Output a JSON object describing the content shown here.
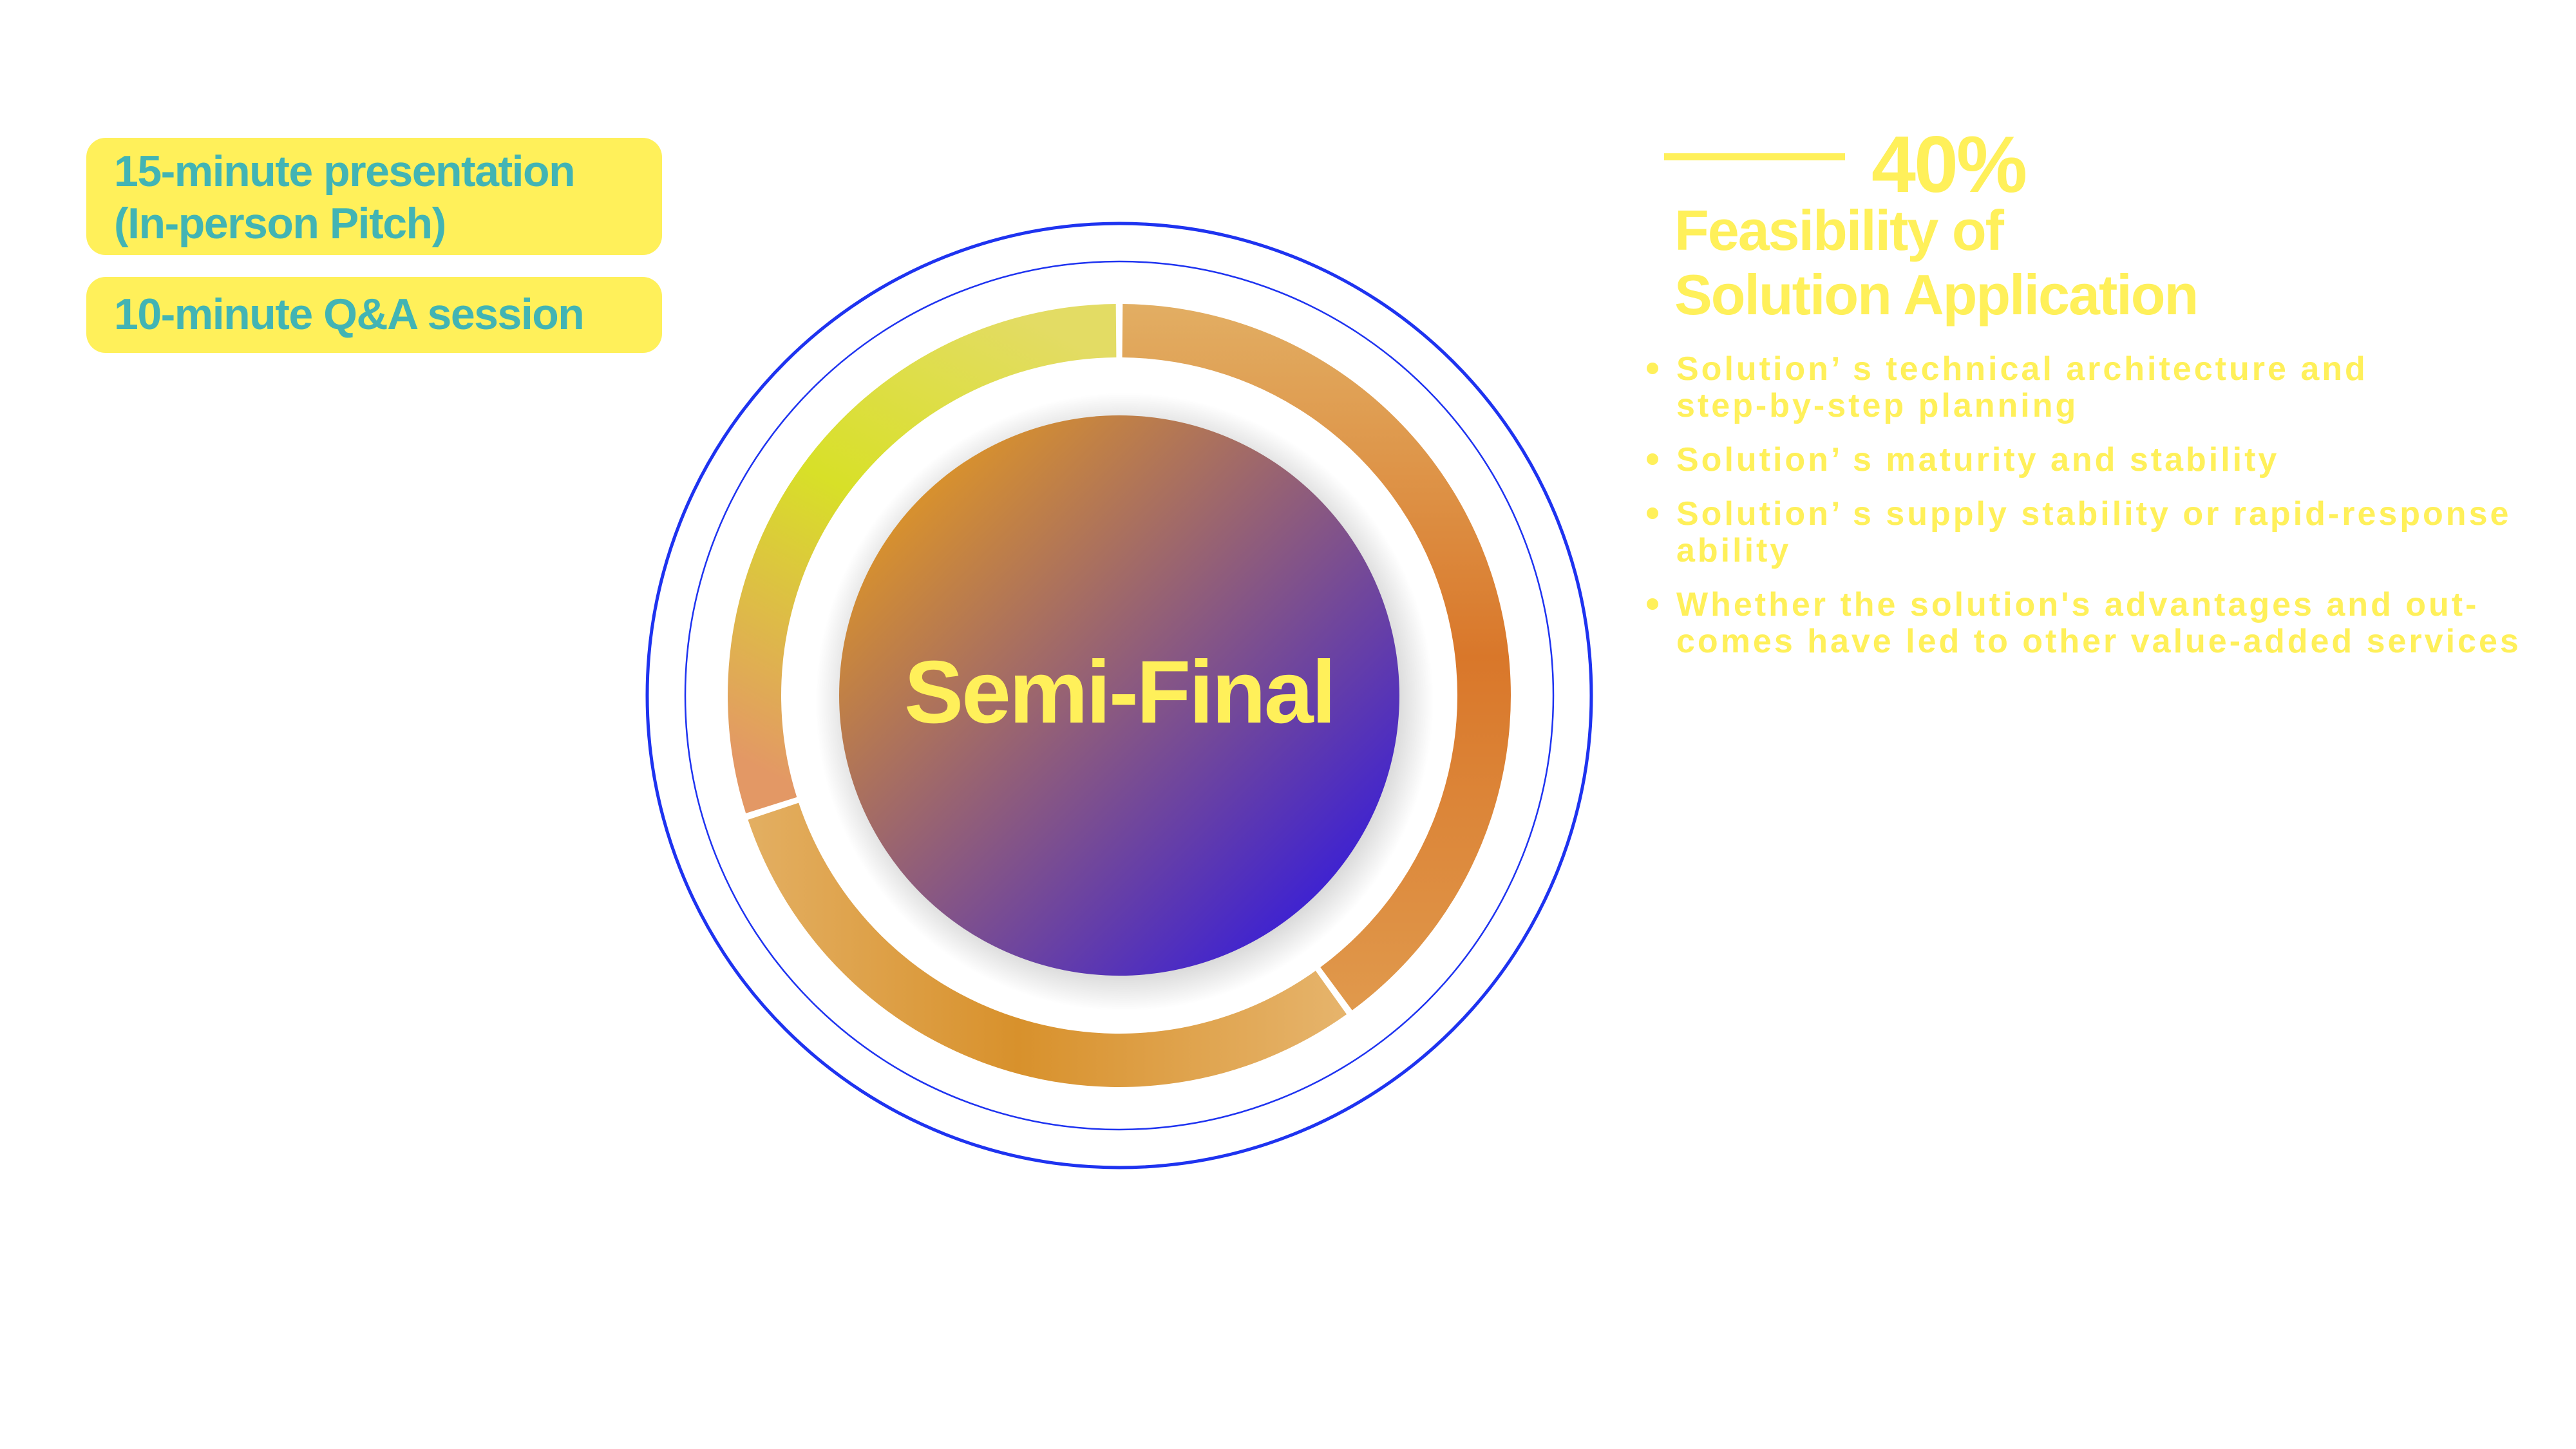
{
  "format": {
    "items": [
      {
        "lines": [
          "15-minute presentation",
          "(In-person Pitch)"
        ]
      },
      {
        "lines": [
          "10-minute Q&A session"
        ]
      }
    ],
    "box_color": "#FFF05A",
    "text_color": "#42B4B4"
  },
  "diagram": {
    "center_label": "Semi-Final",
    "center_label_color": "#FFF05A",
    "center_gradient": [
      "#DD9528",
      "#3A1FD6"
    ],
    "ring_color": "#1E33F0",
    "segments": [
      {
        "name": "feasibility-of-solution-application",
        "share": 40,
        "colors": [
          "#E2AE63",
          "#D9772A",
          "#E0994C"
        ]
      },
      {
        "name": "segment-2",
        "share": 30,
        "colors": [
          "#E6B46C",
          "#D8912C"
        ]
      },
      {
        "name": "segment-3",
        "share": 30,
        "colors": [
          "#E39865",
          "#D8E028",
          "#E3DC64"
        ]
      }
    ]
  },
  "criterion": {
    "weight": "40%",
    "title_lines": [
      "Feasibility of",
      "Solution Application"
    ],
    "text_color": "#FFF05A",
    "points": [
      {
        "lines": [
          "Solution’ s technical architecture and",
          "step-by-step planning"
        ]
      },
      {
        "lines": [
          "Solution’ s maturity and stability"
        ]
      },
      {
        "lines": [
          "Solution’ s supply stability or rapid-response",
          "ability"
        ]
      },
      {
        "lines": [
          "Whether the solution's advantages and out-",
          "comes have led to other value-added services"
        ]
      }
    ]
  }
}
